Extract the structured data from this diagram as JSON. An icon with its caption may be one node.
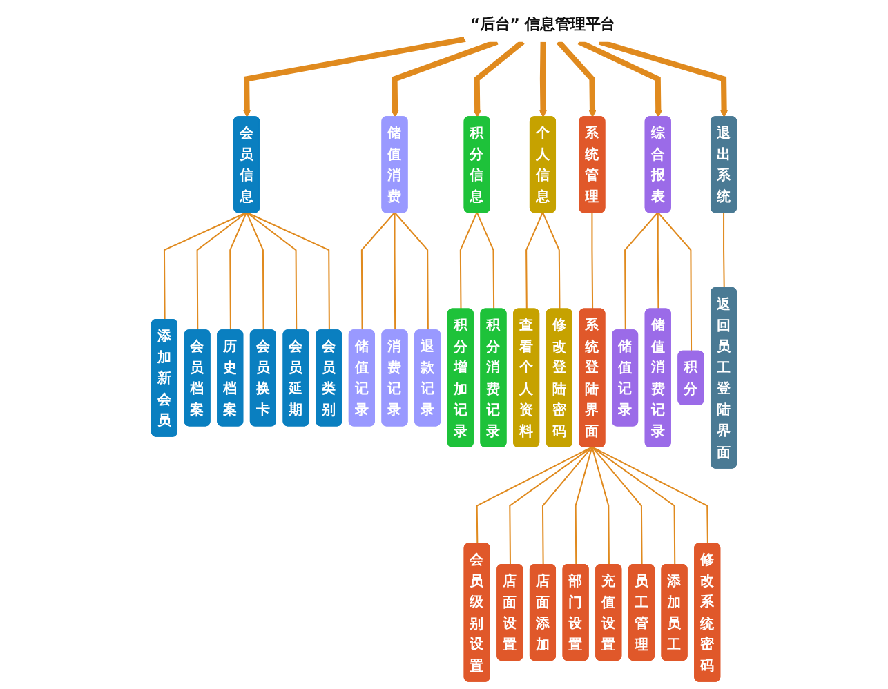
{
  "diagram": {
    "nodes": [
      {
        "text": [
          "“后台” 信息管理平台"
        ]
      },
      {
        "text": [
          "会员信息"
        ]
      },
      {
        "text": [
          "储值消费"
        ]
      },
      {
        "text": [
          "积分信息"
        ]
      },
      {
        "text": [
          "个人信息"
        ]
      },
      {
        "text": [
          "系统管理"
        ]
      },
      {
        "text": [
          "综合报表"
        ]
      },
      {
        "text": [
          "退出系统"
        ]
      },
      {
        "text": [
          "添加新会员"
        ]
      },
      {
        "text": [
          "会员档案"
        ]
      },
      {
        "text": [
          "历史档案"
        ]
      },
      {
        "text": [
          "会员换卡"
        ]
      },
      {
        "text": [
          "会员延期"
        ]
      },
      {
        "text": [
          "会员类别"
        ]
      },
      {
        "text": [
          "储值记录"
        ]
      },
      {
        "text": [
          "消费记录"
        ]
      },
      {
        "text": [
          "退款记录"
        ]
      },
      {
        "text": [
          "积分增加记录"
        ]
      },
      {
        "text": [
          "积分消费记录"
        ]
      },
      {
        "text": [
          "查看个人资料"
        ]
      },
      {
        "text": [
          "修改登陆密码"
        ]
      },
      {
        "text": [
          "系统登陆界面"
        ]
      },
      {
        "text": [
          "储值记录"
        ]
      },
      {
        "text": [
          "储值消费记录"
        ]
      },
      {
        "text": [
          "积分"
        ]
      },
      {
        "text": [
          "返回员工登陆界面"
        ]
      },
      {
        "text": [
          "会员级别设置"
        ]
      },
      {
        "text": [
          "店面设置"
        ]
      },
      {
        "text": [
          "店面添加"
        ]
      },
      {
        "text": [
          "部门设置"
        ]
      },
      {
        "text": [
          "充值设置"
        ]
      },
      {
        "text": [
          "员工管理"
        ]
      },
      {
        "text": [
          "添加员工"
        ]
      },
      {
        "text": [
          "修改系统密码"
        ]
      }
    ],
    "edges": [
      {
        "from": 0,
        "to": 1,
        "arrow": "to",
        "style": "thick"
      },
      {
        "from": 0,
        "to": 2,
        "arrow": "to",
        "style": "thick"
      },
      {
        "from": 0,
        "to": 3,
        "arrow": "to",
        "style": "thick"
      },
      {
        "from": 0,
        "to": 4,
        "arrow": "to",
        "style": "thick"
      },
      {
        "from": 0,
        "to": 5,
        "arrow": "to",
        "style": "thick"
      },
      {
        "from": 0,
        "to": 6,
        "arrow": "to",
        "style": "thick"
      },
      {
        "from": 0,
        "to": 7,
        "arrow": "to",
        "style": "thick"
      },
      {
        "from": 1,
        "to": 8,
        "arrow": "none"
      },
      {
        "from": 1,
        "to": 9,
        "arrow": "none"
      },
      {
        "from": 1,
        "to": 10,
        "arrow": "none"
      },
      {
        "from": 1,
        "to": 11,
        "arrow": "none"
      },
      {
        "from": 1,
        "to": 12,
        "arrow": "none"
      },
      {
        "from": 1,
        "to": 13,
        "arrow": "none"
      },
      {
        "from": 2,
        "to": 14,
        "arrow": "none"
      },
      {
        "from": 2,
        "to": 15,
        "arrow": "none"
      },
      {
        "from": 2,
        "to": 16,
        "arrow": "none"
      },
      {
        "from": 3,
        "to": 17,
        "arrow": "none"
      },
      {
        "from": 3,
        "to": 18,
        "arrow": "none"
      },
      {
        "from": 4,
        "to": 19,
        "arrow": "none"
      },
      {
        "from": 4,
        "to": 20,
        "arrow": "none"
      },
      {
        "from": 5,
        "to": 21,
        "arrow": "none"
      },
      {
        "from": 6,
        "to": 22,
        "arrow": "none"
      },
      {
        "from": 6,
        "to": 23,
        "arrow": "none"
      },
      {
        "from": 6,
        "to": 24,
        "arrow": "none"
      },
      {
        "from": 7,
        "to": 25,
        "arrow": "none"
      },
      {
        "from": 21,
        "to": 26,
        "arrow": "none"
      },
      {
        "from": 21,
        "to": 27,
        "arrow": "none"
      },
      {
        "from": 21,
        "to": 28,
        "arrow": "none"
      },
      {
        "from": 21,
        "to": 29,
        "arrow": "none"
      },
      {
        "from": 21,
        "to": 30,
        "arrow": "none"
      },
      {
        "from": 21,
        "to": 31,
        "arrow": "none"
      },
      {
        "from": 21,
        "to": 32,
        "arrow": "none"
      },
      {
        "from": 21,
        "to": 33,
        "arrow": "none"
      }
    ]
  }
}
